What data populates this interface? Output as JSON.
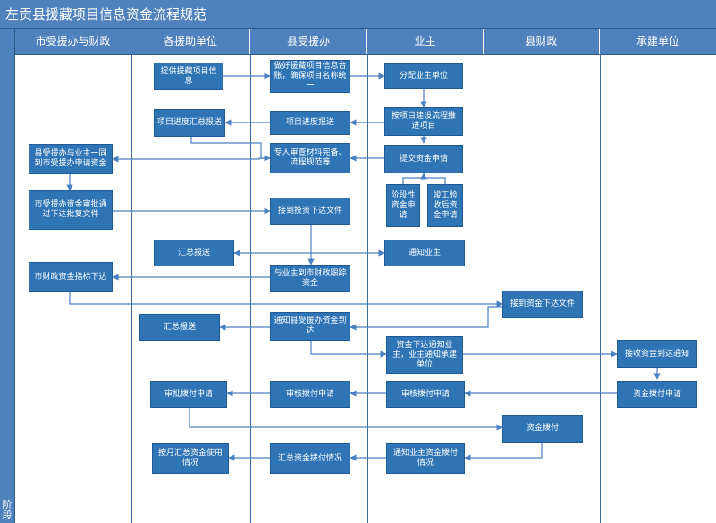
{
  "title": "左贡县援藏项目信息资金流程规范",
  "stage_label": "阶段",
  "lanes": [
    {
      "label": "市受援办与财政"
    },
    {
      "label": "各援助单位"
    },
    {
      "label": "县受援办"
    },
    {
      "label": "业主"
    },
    {
      "label": "县财政"
    },
    {
      "label": "承建单位"
    }
  ],
  "nodes": {
    "provide_info": "提供援藏项目信息",
    "ledger": "做好援藏项目信息台账，确保项目名称统一",
    "assign_owner": "分配业主单位",
    "progress_summary": "项目进度汇总报送",
    "progress_report": "项目进度报送",
    "build_process": "按项目建设流程推进项目",
    "review_materials": "专人审查材料完备、流程规范等",
    "submit_fund": "提交资金申请",
    "joint_apply": "县受援办与业主一同到市受援办申请资金",
    "stage_fund": "阶段性资金申请",
    "final_fund": "竣工验收后资金申请",
    "approve_issue": "市受援办资金审批通过下达批复文件",
    "receive_invest": "接到投资下达文件",
    "summary_report1": "汇总报送",
    "notify_owner": "通知业主",
    "finance_issue": "市财政资金指标下达",
    "track_funds": "与业主到市财政跟踪资金",
    "receive_fund_doc": "接到资金下达文件",
    "summary_report2": "汇总报送",
    "notify_arrival": "通知县受援办资金到达",
    "notify_contractor": "资金下达通知业主，业主通知承建单位",
    "receive_arrival": "接收资金到达通知",
    "approve_pay1": "审批拨付申请",
    "review_pay2": "审核拨付申请",
    "review_pay3": "审核拨付申请",
    "apply_pay": "资金拨付申请",
    "fund_disburse": "资金拨付",
    "monthly_report": "按月汇总资金使用情况",
    "summary_pay": "汇总资金拨付情况",
    "notify_pay": "通知业主资金拨付情况"
  },
  "colors": {
    "header": "#4f81bd",
    "box": "#2f74b5",
    "line": "#3d6a9e",
    "arrow": "#4a7fc0"
  }
}
